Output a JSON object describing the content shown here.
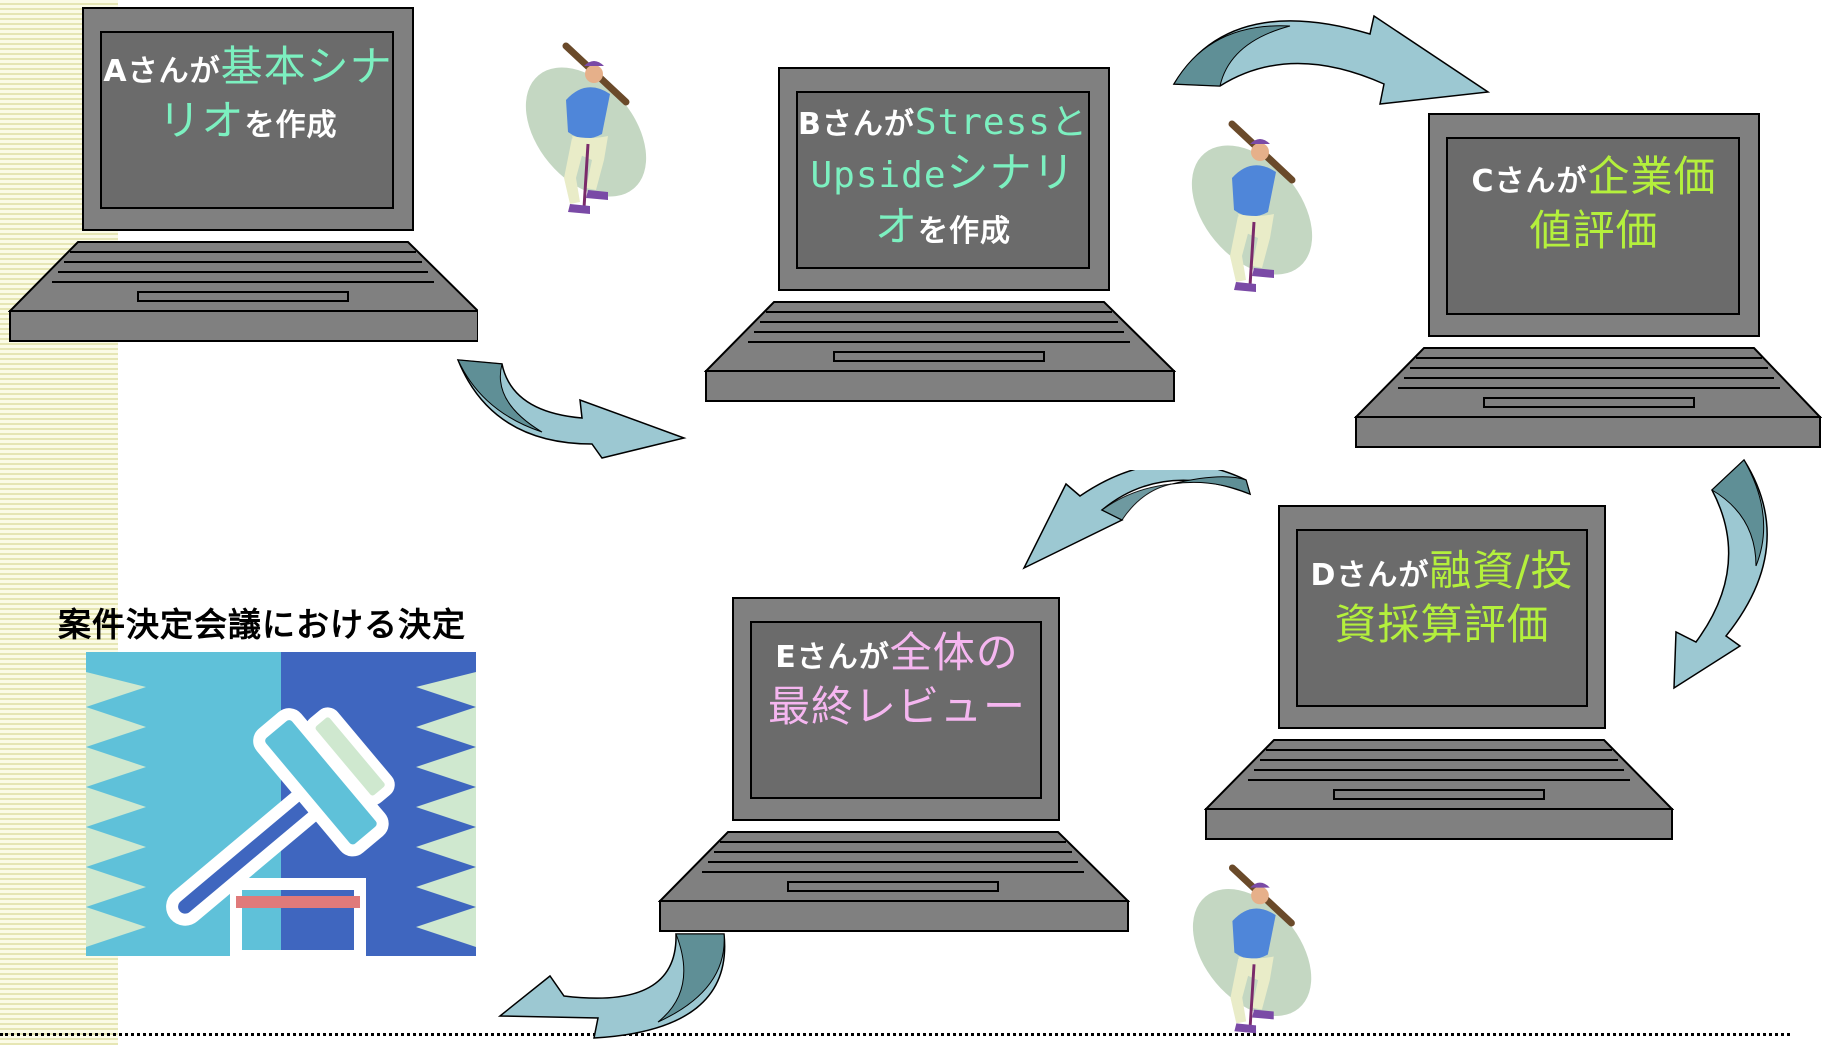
{
  "steps": [
    {
      "id": "A",
      "prefix": "Aさんが",
      "highlight": "基本シナリオ",
      "suffix": "を作成",
      "highlight_color": "#7cf0c0"
    },
    {
      "id": "B",
      "prefix": "Bさんが",
      "highlight_1": "Stress",
      "mid": "とUpside",
      "highlight_2": "シナリオ",
      "suffix": "を作成",
      "highlight_color": "#7cf0c0"
    },
    {
      "id": "C",
      "prefix": "Cさんが",
      "highlight": "企業価値評価",
      "highlight_color": "#b4f03c"
    },
    {
      "id": "D",
      "prefix": "Dさんが",
      "highlight": "融資/投資採算評価",
      "highlight_color": "#b4f03c"
    },
    {
      "id": "E",
      "prefix": "Eさんが",
      "highlight": "全体の最終レビュー",
      "highlight_color": "#f5b6f0"
    }
  ],
  "final": {
    "title": "案件決定会議における決定"
  },
  "icons": {
    "player": "baseball-player-icon",
    "gavel": "gavel-icon",
    "laptop": "laptop-icon",
    "arrow": "curved-arrow-icon"
  },
  "colors": {
    "laptop_body": "#808080",
    "screen": "#6b6b6b",
    "arrow_fill": "#9cc8d2",
    "arrow_shadow": "#5f8f96",
    "gavel_bg_left": "#5fc1d9",
    "gavel_bg_right": "#3f66bf"
  }
}
